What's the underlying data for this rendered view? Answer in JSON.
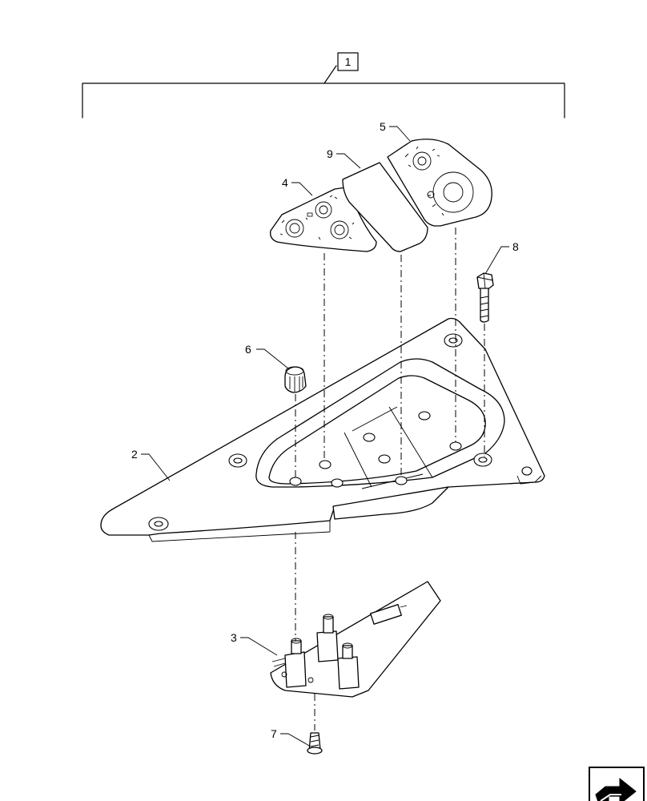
{
  "assembly": {
    "ref": "1"
  },
  "callouts": {
    "c2": "2",
    "c3": "3",
    "c4": "4",
    "c5": "5",
    "c6": "6",
    "c7": "7",
    "c8": "8",
    "c9": "9"
  },
  "nav": {
    "icon": "next-page-arrow-icon"
  }
}
